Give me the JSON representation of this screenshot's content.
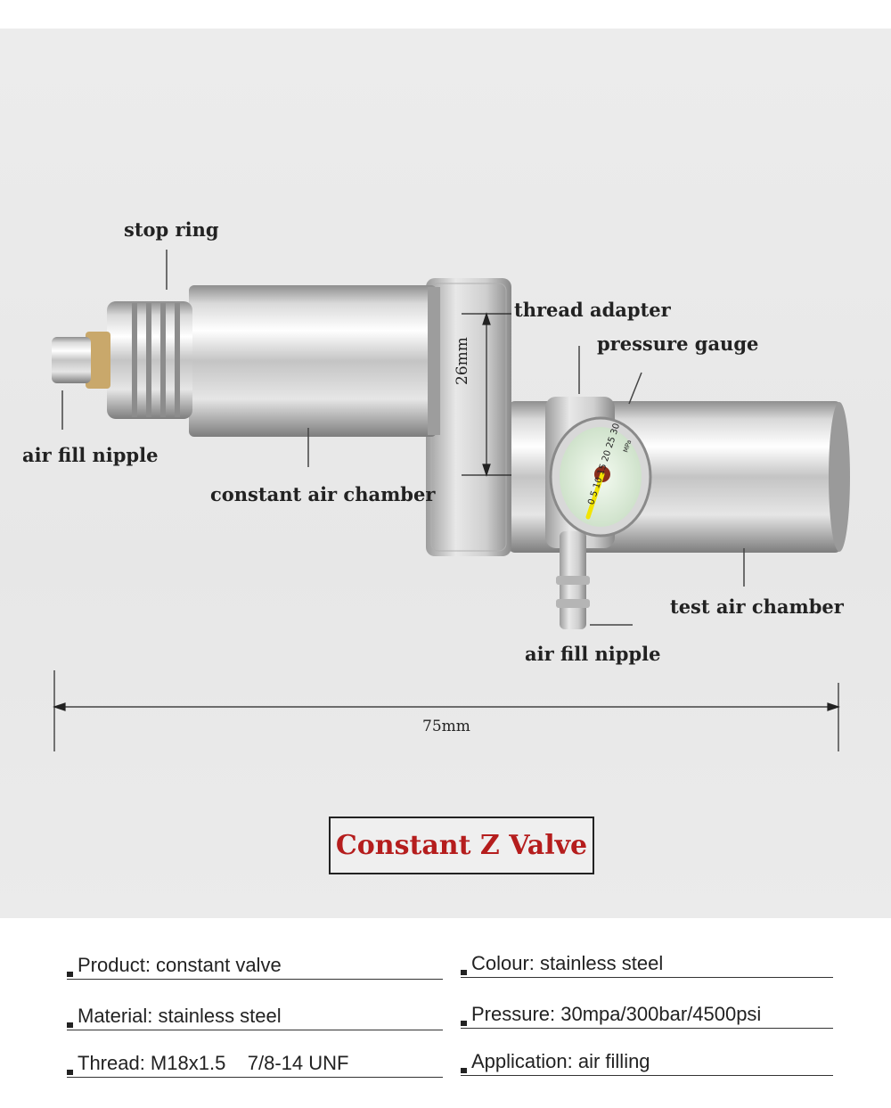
{
  "labels": {
    "stop_ring": "stop ring",
    "thread_adapter": "thread adapter",
    "pressure_gauge": "pressure gauge",
    "air_fill_nipple_left": "air fill nipple",
    "constant_air_chamber": "constant air chamber",
    "test_air_chamber": "test air chamber",
    "air_fill_nipple_bottom": "air fill nipple"
  },
  "dimensions": {
    "height": "26mm",
    "length": "75mm"
  },
  "gauge": {
    "scale": [
      "0",
      "5",
      "10",
      "15",
      "20",
      "25",
      "30"
    ],
    "unit": "MPa"
  },
  "title": "Constant Z Valve",
  "specs": {
    "product": "Product: constant valve",
    "material": "Material: stainless steel",
    "thread": "Thread: M18x1.5    7/8-14 UNF",
    "colour": "Colour: stainless steel",
    "pressure": "Pressure: 30mpa/300bar/4500psi",
    "application": "Application: air filling"
  },
  "colors": {
    "title": "#b51d1d",
    "metal": "#c8c8c8",
    "gauge_face": "#dfeedd",
    "needle": "#f2e400"
  }
}
